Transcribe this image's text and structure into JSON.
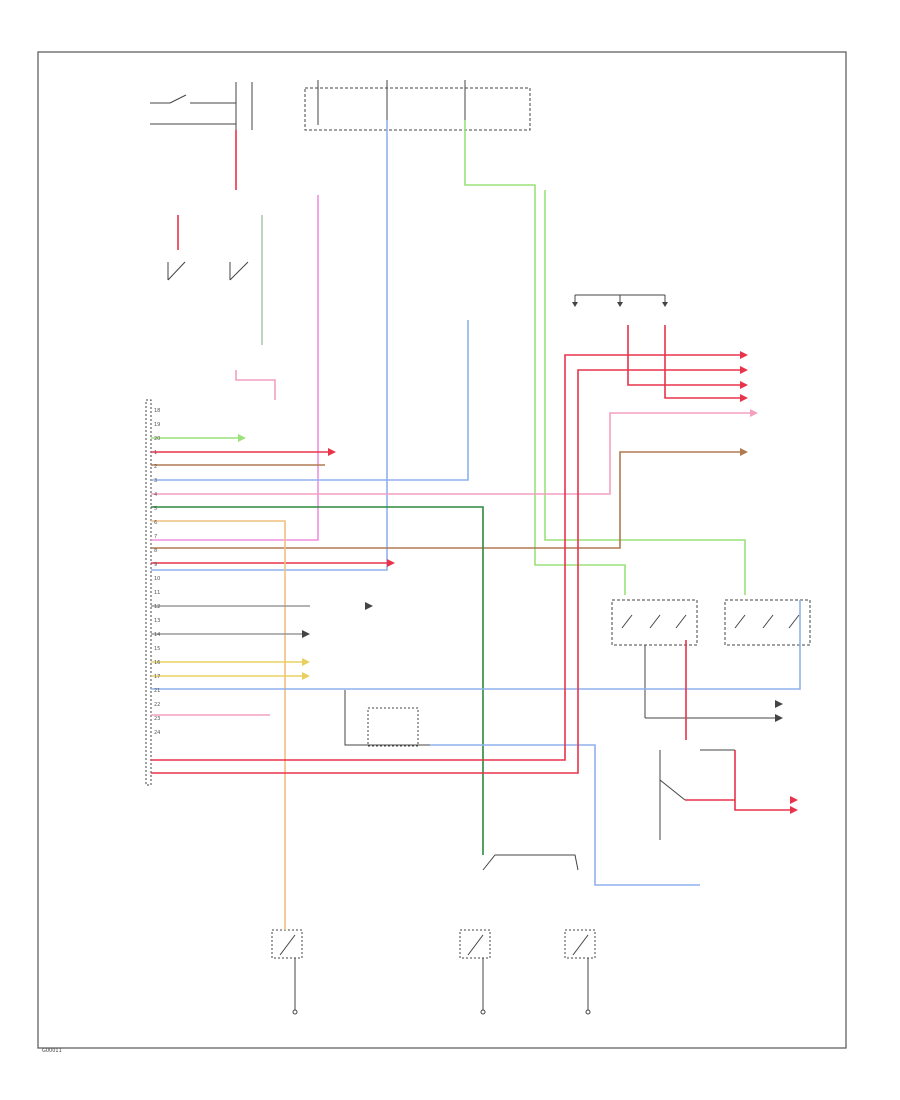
{
  "diagram": {
    "footer_code": "G00011",
    "connector_pin_labels": [
      "18",
      "19",
      "20",
      "1",
      "2",
      "3",
      "4",
      "5",
      "6",
      "7",
      "8",
      "9",
      "10",
      "11",
      "12",
      "13",
      "14",
      "15",
      "16",
      "17",
      "21",
      "22",
      "23",
      "24"
    ],
    "colors": {
      "black": "#333333",
      "red": "#e8334a",
      "pink": "#f4a0c0",
      "light_green": "#9be27a",
      "dark_green": "#2c8a3a",
      "blue": "#8fb0ee",
      "orange": "#f0c080",
      "yellow": "#e8d060",
      "brown": "#b07a50",
      "magenta": "#e070e0",
      "purple": "#a060c0",
      "grey": "#9a9a9a"
    }
  }
}
